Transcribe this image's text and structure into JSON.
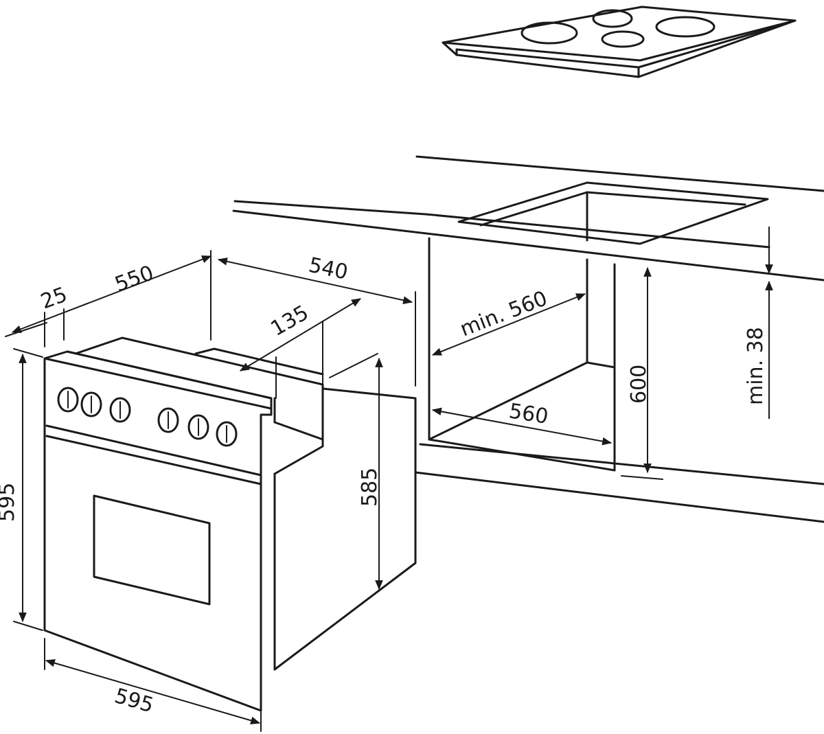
{
  "dimensions": {
    "oven_depth_front": "25",
    "oven_body_depth": "550",
    "oven_top_depth": "540",
    "oven_panel_depth": "135",
    "cabinet_depth": "min. 560",
    "cabinet_width": "560",
    "cabinet_height": "600",
    "worktop_thickness": "min. 38",
    "oven_height": "595",
    "oven_body_height": "585",
    "oven_width": "595"
  },
  "colors": {
    "line": "#1a1a1a",
    "background": "#ffffff"
  }
}
